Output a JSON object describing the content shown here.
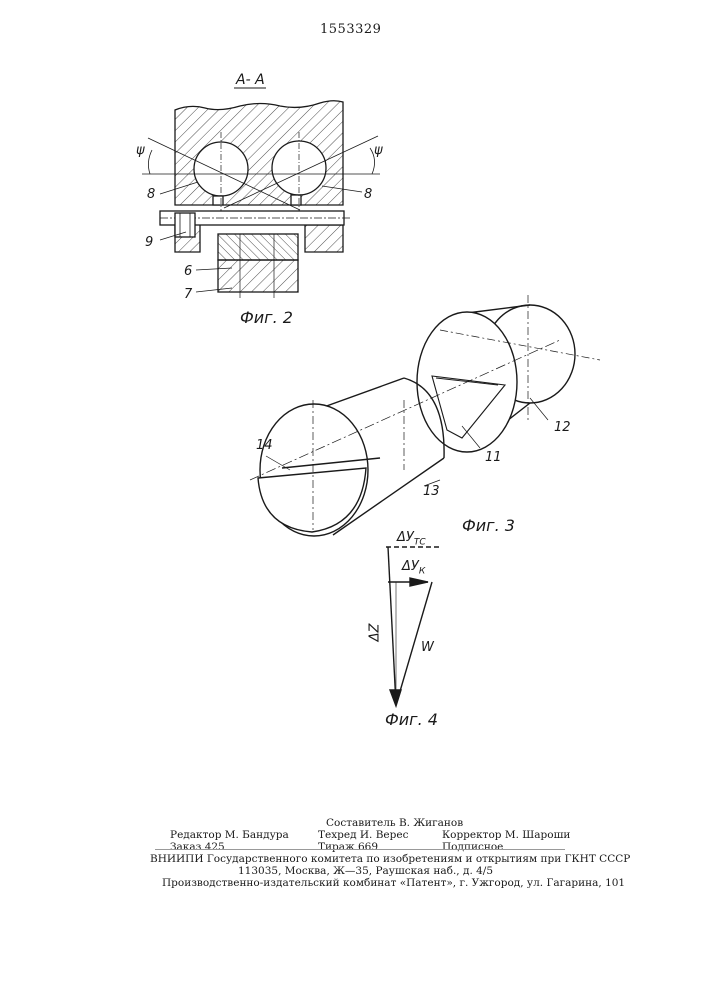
{
  "patent_number": "1553329",
  "fig2": {
    "section_label": "А- А",
    "angle_left": "ψ",
    "angle_right": "ψ",
    "label_8_left": "8",
    "label_8_right": "8",
    "label_9": "9",
    "label_6": "6",
    "label_7": "7",
    "caption": "Фиг. 2"
  },
  "fig3": {
    "label_14": "14",
    "label_13": "13",
    "label_11": "11",
    "label_12": "12",
    "caption": "Фиг. 3"
  },
  "fig4": {
    "label_dy_tc_main": "ΔУ",
    "label_dy_tc_sub": "ТС",
    "label_dy_k_main": "ΔУ",
    "label_dy_k_sub": "К",
    "label_dz": "ΔZ",
    "label_w": "W",
    "caption": "Фиг. 4"
  },
  "imprint": {
    "compiler": "Составитель В. Жиганов",
    "editor": "Редактор М. Бандура",
    "techred": "Техред И. Верес",
    "corrector": "Корректор М. Шароши",
    "order": "Заказ 425",
    "circulation": "Тираж 669",
    "subscription": "Подписное",
    "org": "ВНИИПИ Государственного комитета по изобретениям и открытиям при ГКНТ СССР",
    "address": "113035, Москва, Ж—35, Раушская наб., д. 4/5",
    "publisher": "Производственно-издательский комбинат «Патент», г. Ужгород, ул. Гагарина, 101"
  }
}
